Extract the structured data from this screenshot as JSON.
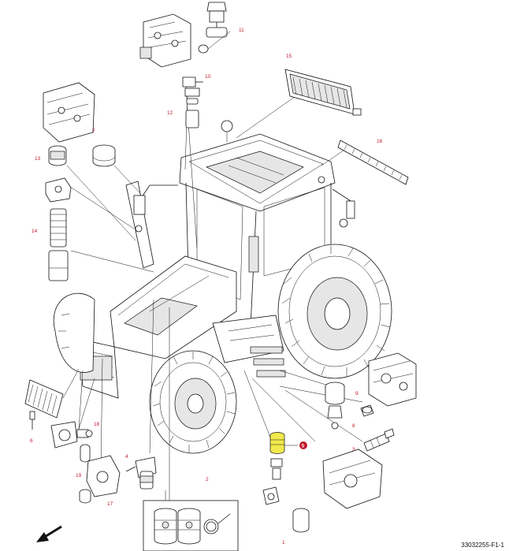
{
  "diagram": {
    "reference": "33032255-F1-1",
    "highlight_color": "#f2e94e",
    "callout_color": "#c0182b",
    "callouts": [
      "1",
      "2",
      "3",
      "4",
      "5",
      "6",
      "7",
      "8",
      "9",
      "10",
      "11",
      "12",
      "13",
      "14",
      "15",
      "16",
      "17",
      "18",
      "19"
    ],
    "selected_callout": "5",
    "direction_icon": "front-arrow-icon"
  }
}
